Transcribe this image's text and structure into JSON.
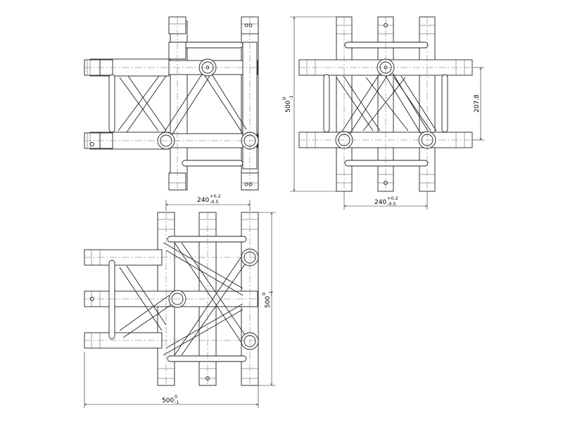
{
  "dimensions": {
    "top_view_width": {
      "value": "240",
      "tol_upper": "+0.2",
      "tol_lower": "-0.5"
    },
    "top_view_height": {
      "value": "500",
      "tol_upper": "0",
      "tol_lower": "-1"
    },
    "side_view_height": {
      "value": "500",
      "tol_upper": "0",
      "tol_lower": "-1"
    },
    "side_view_offset": {
      "value": "207.8"
    },
    "side_view_width": {
      "value": "240",
      "tol_upper": "+0.2",
      "tol_lower": "-0.5"
    },
    "bottom_view_height": {
      "value": "500",
      "tol_upper": "0",
      "tol_lower": "-1"
    },
    "bottom_view_width": {
      "value": "500",
      "tol_upper": "0",
      "tol_lower": "-1"
    }
  },
  "line_color": "#222222",
  "background_color": "#ffffff"
}
